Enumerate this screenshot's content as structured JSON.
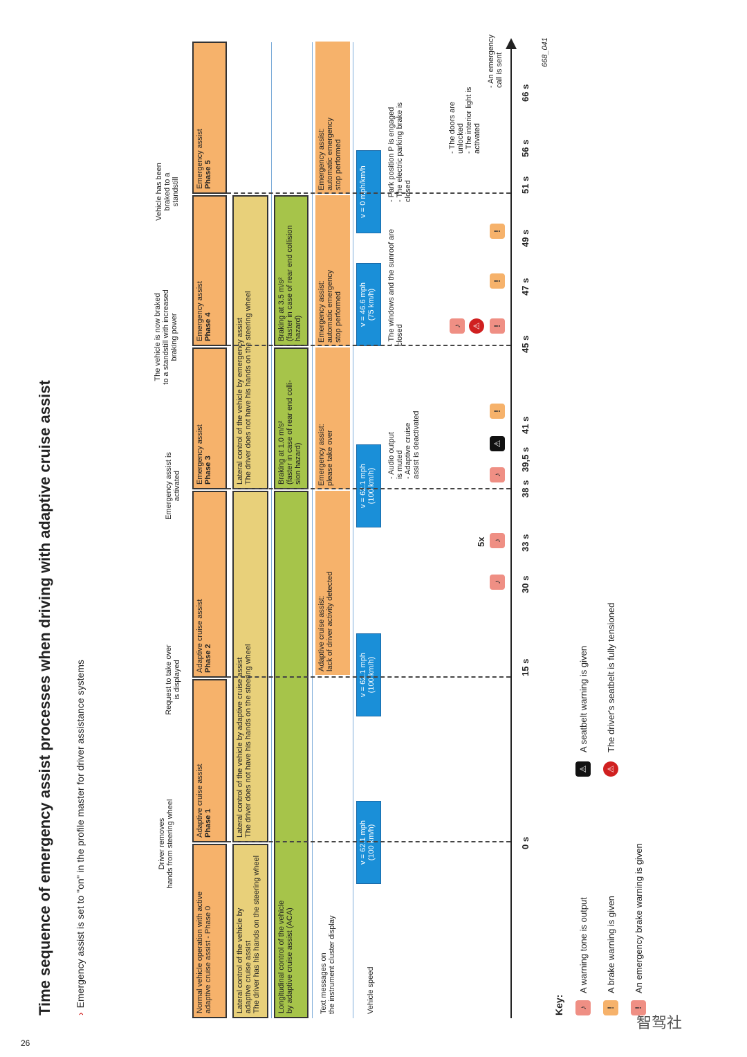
{
  "title": "Time sequence of emergency assist processes when driving with adaptive cruise assist",
  "subtitle": "Emergency assist is set to \"on\" in the profile master for driver assistance systems",
  "subtitle_bullet": "›",
  "page_number": "26",
  "figure_id": "668_041",
  "watermark": "智驾社",
  "events": [
    {
      "time": "0 s",
      "label": "Driver removes\nhands from steering wheel"
    },
    {
      "time": "15 s",
      "label": "Request to take over\nis displayed"
    },
    {
      "time": "30 s",
      "label": ""
    },
    {
      "time": "33 s",
      "label": ""
    },
    {
      "time": "38 s",
      "label": "Emergency assist is\nactivated"
    },
    {
      "time": "39,5 s",
      "label": ""
    },
    {
      "time": "41 s",
      "label": ""
    },
    {
      "time": "45 s",
      "label": "The vehicle is now braked\nto a standstill with increased\nbraking power"
    },
    {
      "time": "47 s",
      "label": ""
    },
    {
      "time": "49 s",
      "label": ""
    },
    {
      "time": "51 s",
      "label": "Vehicle has been\nbraked to a\nstandstill"
    },
    {
      "time": "56 s",
      "label": ""
    },
    {
      "time": "66 s",
      "label": ""
    }
  ],
  "rows": {
    "phase": {
      "r0": "Normal vehicle operation with active\nadaptive cruise assist - Phase 0",
      "r1_a": "Adaptive cruise assist",
      "r1_b": "Phase 1",
      "r2_a": "Adaptive cruise assist",
      "r2_b": "Phase 2",
      "r3_a": "Emergency assist",
      "r3_b": "Phase 3",
      "r4_a": "Emergency assist",
      "r4_b": "Phase 4",
      "r5_a": "Emergency assist",
      "r5_b": "Phase 5"
    },
    "lateral": {
      "l0": "Lateral control of the vehicle by\nadaptive cruise assist\nThe driver has his hands on the steering wheel",
      "l1": "Lateral control of the vehicle by adaptive cruise assist\nThe driver does not have his hands on the steering wheel",
      "l2": "Lateral control of the vehicle by emergency assist\nThe driver does not have his hands on the steering wheel"
    },
    "longitudinal": {
      "g0": "Longitudinal control of the vehicle\nby adaptive cruise assist (ACA)",
      "g1": "Braking at 1.0 m/s²\n(faster in case of rear end colli-\nsion hazard)",
      "g2": "Braking at 3.5 m/s²\n(faster in case of rear end collision\nhazard)"
    },
    "text_label": "Text messages on\nthe instrument cluster display",
    "text": {
      "t1": "Adaptive cruise assist:\nlack of driver activity detected",
      "t2": "Emergency assist:\nplease take over",
      "t3": "Emergency assist:\nautomatic emergency\nstop performed",
      "t4": "Emergency assist:\nautomatic emergency\nstop performed"
    },
    "speed_label": "Vehicle speed",
    "speed": {
      "s0": "v = 62.1 mph\n(100 km/h)",
      "s1": "v = 62.1 mph\n(100 km/h)",
      "s2": "v = 62.1 mph\n(100 km/h)",
      "s3": "v = 46.6 mph\n(75 km/h)",
      "s4": "v = 0 mph/km/h"
    }
  },
  "notes": {
    "n1": "- Audio output\n  is muted\n- Adaptive cruise\n  assist is deactivated",
    "n2": "- The windows and the sunroof are\n  closed",
    "n3": "- Park position P is engaged\n- The electric parking brake is\n  closed",
    "n4": "- The doors are\n  unlocked\n- The interior light is\n  activated",
    "n5": "- An emergency\n  call is sent"
  },
  "repeat_label": "5x",
  "key": {
    "title": "Key:",
    "items": [
      {
        "icon": "warning-tone-icon",
        "text": "A warning tone is output"
      },
      {
        "icon": "brake-warning-icon",
        "text": "A brake warning is given"
      },
      {
        "icon": "emergency-brake-warning-icon",
        "text": "An emergency brake warning is given"
      },
      {
        "icon": "seatbelt-warning-icon",
        "text": "A seatbelt warning is given"
      },
      {
        "icon": "seatbelt-tensioned-icon",
        "text": "The driver's seatbelt is fully tensioned"
      }
    ]
  },
  "colors": {
    "orange": "#f6b26b",
    "yellow": "#e8d07a",
    "green": "#a6c44a",
    "blue": "#1a8fd8",
    "red": "#ef8f84"
  }
}
